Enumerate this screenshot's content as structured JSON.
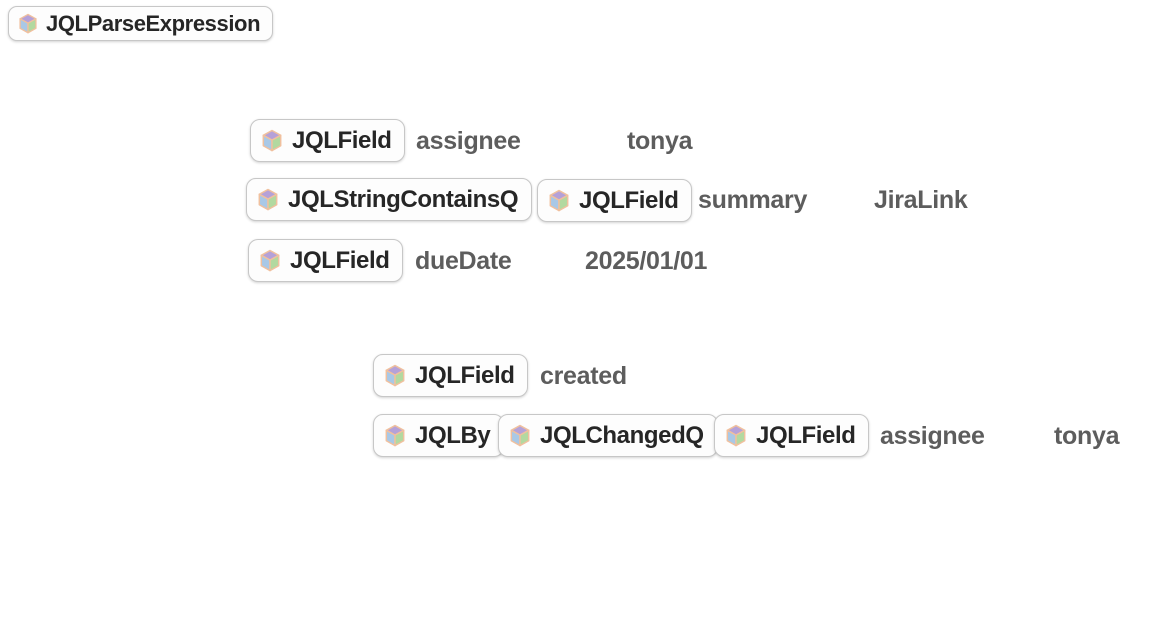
{
  "app": {
    "kind": "wolfram-notebook-output",
    "background": "#ffffff"
  },
  "palette": {
    "pill_bg": "#fdfdfd",
    "pill_border": "#c7c7c7",
    "pill_text": "#262626",
    "muted_text": "#5d5d5d",
    "cube_top": "#b5a1d8",
    "cube_left": "#a9c8e6",
    "cube_right": "#b2d9a0",
    "cube_edge": "#f0c09e"
  },
  "header": {
    "symbol": "JQLParseExpression",
    "icon": "wolfram-cube-icon"
  },
  "expression_rows": [
    {
      "tokens": [
        {
          "kind": "symbol-pill",
          "label": "JQLField"
        },
        {
          "kind": "muted-text",
          "label": "assignee"
        },
        {
          "kind": "muted-text",
          "label": "tonya"
        }
      ]
    },
    {
      "tokens": [
        {
          "kind": "symbol-pill",
          "label": "JQLStringContainsQ"
        },
        {
          "kind": "symbol-pill",
          "label": "JQLField"
        },
        {
          "kind": "muted-text",
          "label": "summary"
        },
        {
          "kind": "muted-text",
          "label": "JiraLink"
        }
      ]
    },
    {
      "tokens": [
        {
          "kind": "symbol-pill",
          "label": "JQLField"
        },
        {
          "kind": "muted-text",
          "label": "dueDate"
        },
        {
          "kind": "muted-text",
          "label": "2025/01/01"
        }
      ]
    },
    {
      "tokens": [
        {
          "kind": "symbol-pill",
          "label": "JQLField"
        },
        {
          "kind": "muted-text",
          "label": "created"
        }
      ]
    },
    {
      "tokens": [
        {
          "kind": "symbol-pill",
          "label": "JQLBy"
        },
        {
          "kind": "symbol-pill",
          "label": "JQLChangedQ"
        },
        {
          "kind": "symbol-pill",
          "label": "JQLField"
        },
        {
          "kind": "muted-text",
          "label": "assignee"
        },
        {
          "kind": "muted-text",
          "label": "tonya"
        }
      ]
    }
  ]
}
